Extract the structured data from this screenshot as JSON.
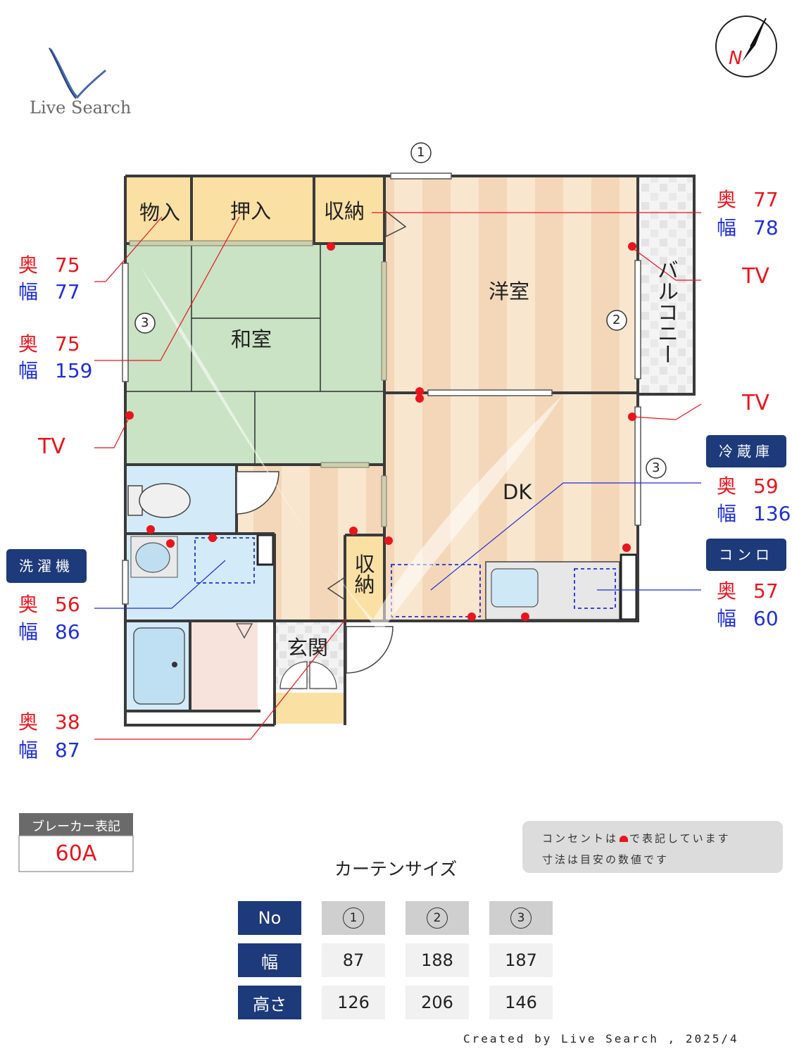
{
  "brand": {
    "name": "Live Search"
  },
  "compass": {
    "letter": "N"
  },
  "rooms": {
    "monoire": "物入",
    "oshiire": "押入",
    "shuno_top": "収納",
    "washitsu": "和室",
    "youshitsu": "洋室",
    "balcony": "バルコニー",
    "dk": "DK",
    "shuno_mid": "収納",
    "genkan": "玄関"
  },
  "window_marks": {
    "w1": "1",
    "w2": "2",
    "w3a": "3",
    "w3b": "3"
  },
  "dims_right_top": {
    "oku_label": "奥",
    "oku": "77",
    "haba_label": "幅",
    "haba": "78"
  },
  "dims_left_1": {
    "oku_label": "奥",
    "oku": "75",
    "haba_label": "幅",
    "haba": "77"
  },
  "dims_left_2": {
    "oku_label": "奥",
    "oku": "75",
    "haba_label": "幅",
    "haba": "159"
  },
  "tv_labels": {
    "left": "TV",
    "right_top": "TV",
    "right_mid": "TV"
  },
  "fridge": {
    "badge": "冷蔵庫",
    "oku_label": "奥",
    "oku": "59",
    "haba_label": "幅",
    "haba": "136"
  },
  "stove": {
    "badge": "コンロ",
    "oku_label": "奥",
    "oku": "57",
    "haba_label": "幅",
    "haba": "60"
  },
  "washer": {
    "badge": "洗濯機",
    "oku_label": "奥",
    "oku": "56",
    "haba_label": "幅",
    "haba": "86"
  },
  "shoe": {
    "oku_label": "奥",
    "oku": "38",
    "haba_label": "幅",
    "haba": "87"
  },
  "breaker": {
    "title": "ブレーカー表記",
    "value": "60A"
  },
  "note": {
    "line1_pre": "コンセントは",
    "line1_post": "で表記しています",
    "line2": "寸法は目安の数値です"
  },
  "curtain": {
    "title": "カーテンサイズ",
    "header_label": "No",
    "nos": [
      "1",
      "2",
      "3"
    ],
    "rows": [
      {
        "label": "幅",
        "values": [
          "87",
          "188",
          "187"
        ]
      },
      {
        "label": "高さ",
        "values": [
          "126",
          "206",
          "146"
        ]
      }
    ]
  },
  "footer": "Created by Live Search , 2025/4",
  "colors": {
    "red": "#e8141e",
    "blue": "#1f2fd6",
    "navy": "#1d3a7a",
    "tatami": "#c9e3c4",
    "wood": "#f6dcc0",
    "storage": "#fbe0a4",
    "water": "#cfe8f6"
  }
}
